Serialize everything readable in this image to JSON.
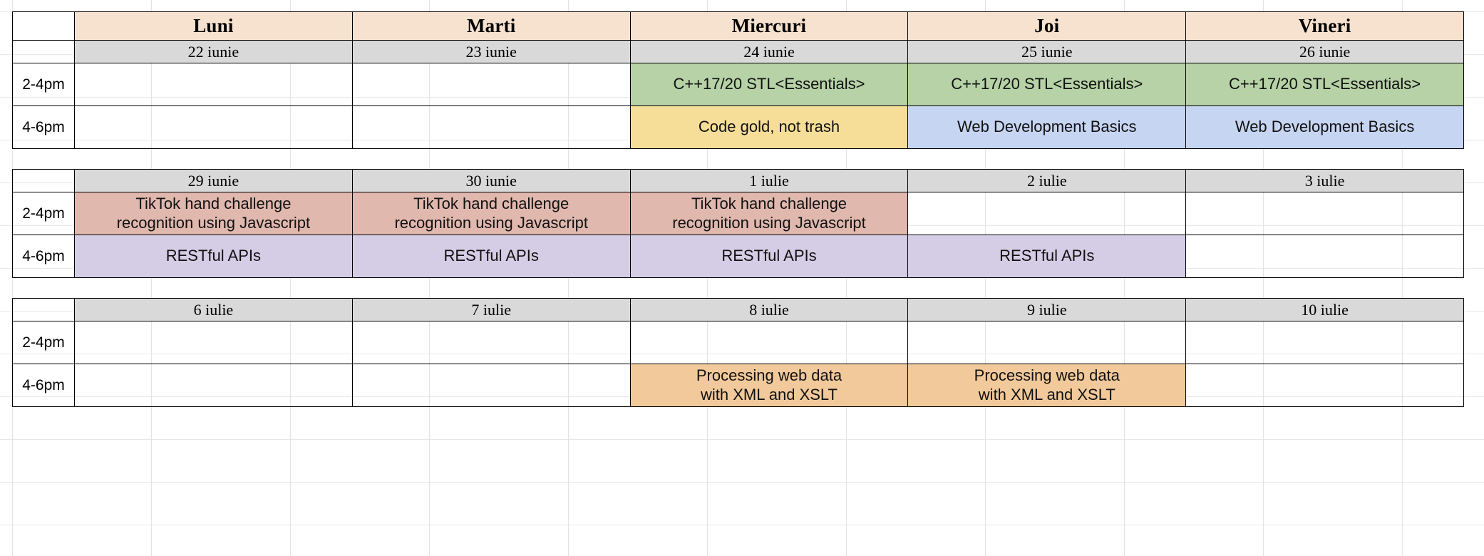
{
  "document": {
    "type": "weekly-course-schedule",
    "language": "ro"
  },
  "colors": {
    "day_header_bg": "#f7e2cf",
    "date_bg": "#d9d9d9",
    "green": "#b6d2a6",
    "yellow": "#f7de98",
    "blue": "#c6d5f2",
    "pink": "#e0b8ae",
    "purple": "#d5cde6",
    "orange": "#f2c99a",
    "border": "#000000",
    "sheet_grid": "#e4e4e4",
    "page_bg": "#ffffff"
  },
  "day_headers": [
    "Luni",
    "Marti",
    "Miercuri",
    "Joi",
    "Vineri"
  ],
  "time_slots": [
    "2-4pm",
    "4-6pm"
  ],
  "weeks": [
    {
      "id": "week-1",
      "dates": [
        "22 iunie",
        "23 iunie",
        "24 iunie",
        "25 iunie",
        "26 iunie"
      ],
      "rows": [
        {
          "time": "2-4pm",
          "cells": [
            {
              "text": "",
              "color": ""
            },
            {
              "text": "",
              "color": ""
            },
            {
              "text": "C++17/20 STL<Essentials>",
              "color": "#b6d2a6"
            },
            {
              "text": "C++17/20 STL<Essentials>",
              "color": "#b6d2a6"
            },
            {
              "text": "C++17/20 STL<Essentials>",
              "color": "#b6d2a6"
            }
          ]
        },
        {
          "time": "4-6pm",
          "cells": [
            {
              "text": "",
              "color": ""
            },
            {
              "text": "",
              "color": ""
            },
            {
              "text": "Code gold, not trash",
              "color": "#f7de98"
            },
            {
              "text": "Web Development Basics",
              "color": "#c6d5f2"
            },
            {
              "text": "Web Development Basics",
              "color": "#c6d5f2"
            }
          ]
        }
      ]
    },
    {
      "id": "week-2",
      "dates": [
        "29 iunie",
        "30 iunie",
        "1 iulie",
        "2 iulie",
        "3 iulie"
      ],
      "rows": [
        {
          "time": "2-4pm",
          "cells": [
            {
              "text": "TikTok hand challenge\nrecognition using Javascript",
              "color": "#e0b8ae"
            },
            {
              "text": "TikTok hand challenge\nrecognition using Javascript",
              "color": "#e0b8ae"
            },
            {
              "text": "TikTok hand challenge\nrecognition using Javascript",
              "color": "#e0b8ae"
            },
            {
              "text": "",
              "color": ""
            },
            {
              "text": "",
              "color": ""
            }
          ]
        },
        {
          "time": "4-6pm",
          "cells": [
            {
              "text": "RESTful APIs",
              "color": "#d5cde6"
            },
            {
              "text": "RESTful APIs",
              "color": "#d5cde6"
            },
            {
              "text": "RESTful APIs",
              "color": "#d5cde6"
            },
            {
              "text": "RESTful APIs",
              "color": "#d5cde6"
            },
            {
              "text": "",
              "color": ""
            }
          ]
        }
      ]
    },
    {
      "id": "week-3",
      "dates": [
        "6 iulie",
        "7 iulie",
        "8 iulie",
        "9 iulie",
        "10 iulie"
      ],
      "rows": [
        {
          "time": "2-4pm",
          "cells": [
            {
              "text": "",
              "color": ""
            },
            {
              "text": "",
              "color": ""
            },
            {
              "text": "",
              "color": ""
            },
            {
              "text": "",
              "color": ""
            },
            {
              "text": "",
              "color": ""
            }
          ]
        },
        {
          "time": "4-6pm",
          "cells": [
            {
              "text": "",
              "color": ""
            },
            {
              "text": "",
              "color": ""
            },
            {
              "text": "Processing web data\nwith XML and XSLT",
              "color": "#f2c99a"
            },
            {
              "text": "Processing web data\nwith XML and XSLT",
              "color": "#f2c99a"
            },
            {
              "text": "",
              "color": ""
            }
          ]
        }
      ]
    }
  ]
}
